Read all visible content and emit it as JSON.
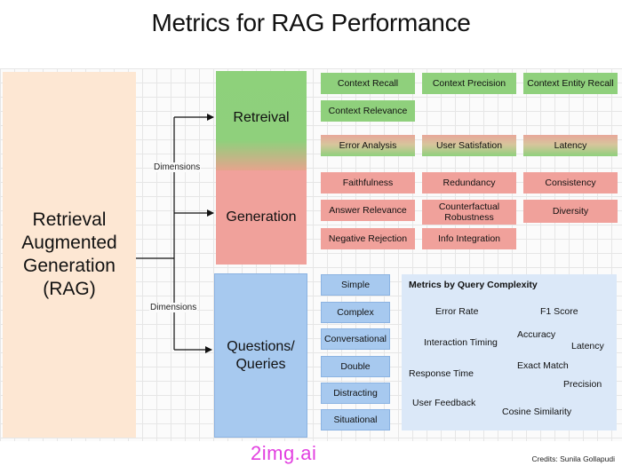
{
  "title": "Metrics for RAG Performance",
  "rag_label": "Retrieval\nAugmented\nGeneration\n(RAG)",
  "dimension_labels": [
    "Dimensions",
    "Dimensions"
  ],
  "categories": {
    "retrieval": "Retreival",
    "generation": "Generation",
    "queries": "Questions/\nQueries"
  },
  "retrieval_metrics": [
    "Context Recall",
    "Context Precision",
    "Context Entity Recall",
    "Context Relevance"
  ],
  "shared_metrics": [
    "Error Analysis",
    "User Satisfation",
    "Latency"
  ],
  "generation_metrics": [
    "Faithfulness",
    "Redundancy",
    "Consistency",
    "Answer Relevance",
    "Counterfactual\nRobustness",
    "Diversity",
    "Negative Rejection",
    "Info Integration"
  ],
  "query_types": [
    "Simple",
    "Complex",
    "Conversational",
    "Double",
    "Distracting",
    "Situational"
  ],
  "complexity_panel": {
    "title": "Metrics by Query Complexity",
    "items": [
      "Error Rate",
      "F1 Score",
      "Accuracy",
      "Interaction Timing",
      "Latency",
      "Response Time",
      "Exact Match",
      "Precision",
      "User Feedback",
      "Cosine Similarity"
    ]
  },
  "watermark": "2img.ai",
  "credits": "Credits: Sunila Gollapudi",
  "colors": {
    "green": "#8fd07c",
    "red": "#f0a19b",
    "blue": "#a7c9ef",
    "peach": "#fde7d3",
    "panel": "#dbe8f8",
    "watermark": "#e23fe0"
  }
}
